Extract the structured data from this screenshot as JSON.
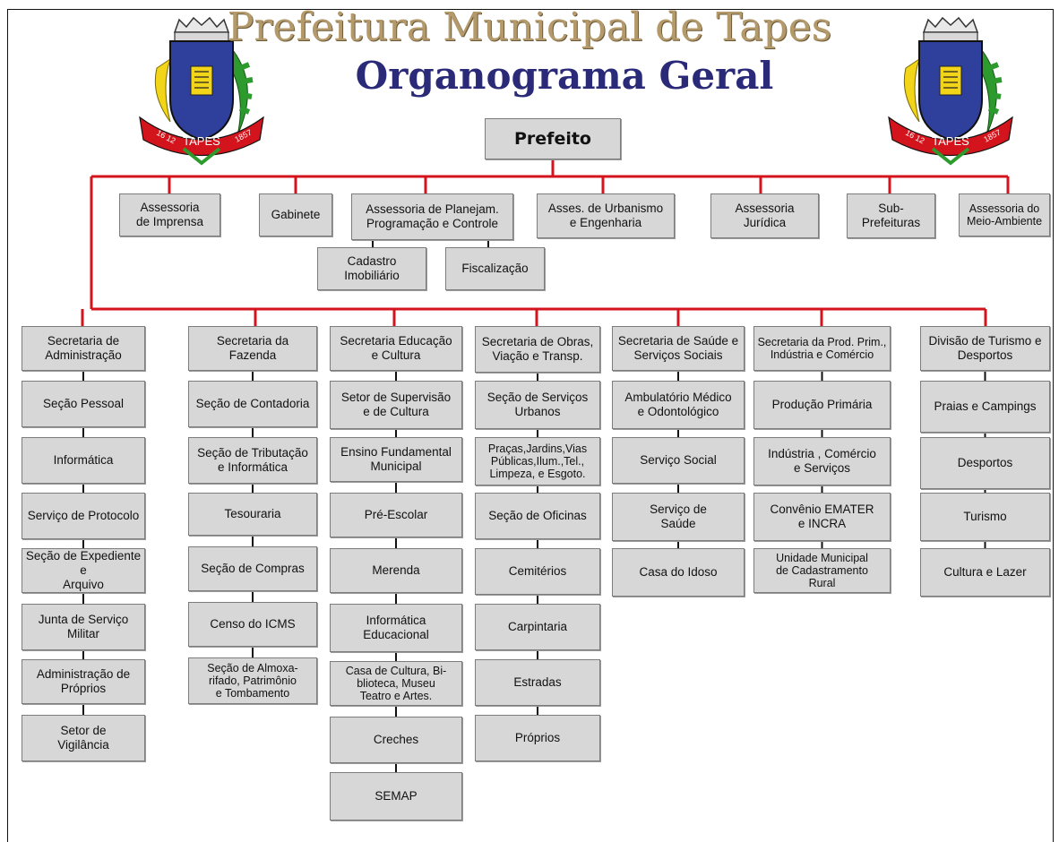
{
  "title": "Prefeitura Municipal de Tapes",
  "subtitle": "Organograma Geral",
  "emblem": {
    "text": "TAPES",
    "left_num": "16 12",
    "right_num": "1857"
  },
  "colors": {
    "connector": "#d4141c",
    "box": "#d7d7d7",
    "title1": "#b49a6a",
    "title2": "#2a2a78"
  },
  "root": "Prefeito",
  "advisory": [
    "Assessoria\nde Imprensa",
    "Gabinete",
    "Assessoria de Planejam.\nProgramação e Controle",
    "Asses. de Urbanismo\ne Engenharia",
    "Assessoria\nJurídica",
    "Sub-Prefeituras",
    "Assessoria do\nMeio-Ambiente"
  ],
  "planning_children": [
    "Cadastro\nImobiliário",
    "Fiscalização"
  ],
  "columns": [
    {
      "head": "Secretaria de\nAdministração",
      "items": [
        "Seção Pessoal",
        "Informática",
        "Serviço de Protocolo",
        "Seção de Expediente e\nArquivo",
        "Junta de Serviço\nMilitar",
        "Administração de\nPróprios",
        "Setor de\nVigilância"
      ]
    },
    {
      "head": "Secretaria da\nFazenda",
      "items": [
        "Seção de Contadoria",
        "Seção de Tributação\ne Informática",
        "Tesouraria",
        "Seção de Compras",
        "Censo do ICMS",
        "Seção de Almoxa-\nrifado, Patrimônio\ne Tombamento"
      ]
    },
    {
      "head": "Secretaria  Educação\ne Cultura",
      "items": [
        "Setor de Supervisão\ne de Cultura",
        "Ensino Fundamental\nMunicipal",
        "Pré-Escolar",
        "Merenda",
        "Informática\nEducacional",
        "Casa de Cultura, Bi-\nblioteca, Museu\nTeatro e Artes.",
        "Creches",
        "SEMAP"
      ]
    },
    {
      "head": "Secretaria de Obras,\nViação e Transp.",
      "items": [
        "Seção de Serviços\nUrbanos",
        "Praças,Jardins,Vias\nPúblicas,Ilum.,Tel.,\nLimpeza, e Esgoto.",
        "Seção de Oficinas",
        "Cemitérios",
        "Carpintaria",
        "Estradas",
        "Próprios"
      ]
    },
    {
      "head": "Secretaria de Saúde e\nServiços Sociais",
      "items": [
        "Ambulatório Médico\ne Odontológico",
        "Serviço Social",
        "Serviço de\nSaúde",
        "Casa do Idoso"
      ]
    },
    {
      "head": "Secretaria da Prod. Prim.,\nIndústria e Comércio",
      "items": [
        "Produção Primária",
        "Indústria , Comércio\ne Serviços",
        "Convênio EMATER\ne INCRA",
        "Unidade Municipal\nde Cadastramento\nRural"
      ]
    },
    {
      "head": "Divisão de Turismo e\nDesportos",
      "items": [
        "Praias e Campings",
        "Desportos",
        "Turismo",
        "Cultura e Lazer"
      ]
    }
  ]
}
